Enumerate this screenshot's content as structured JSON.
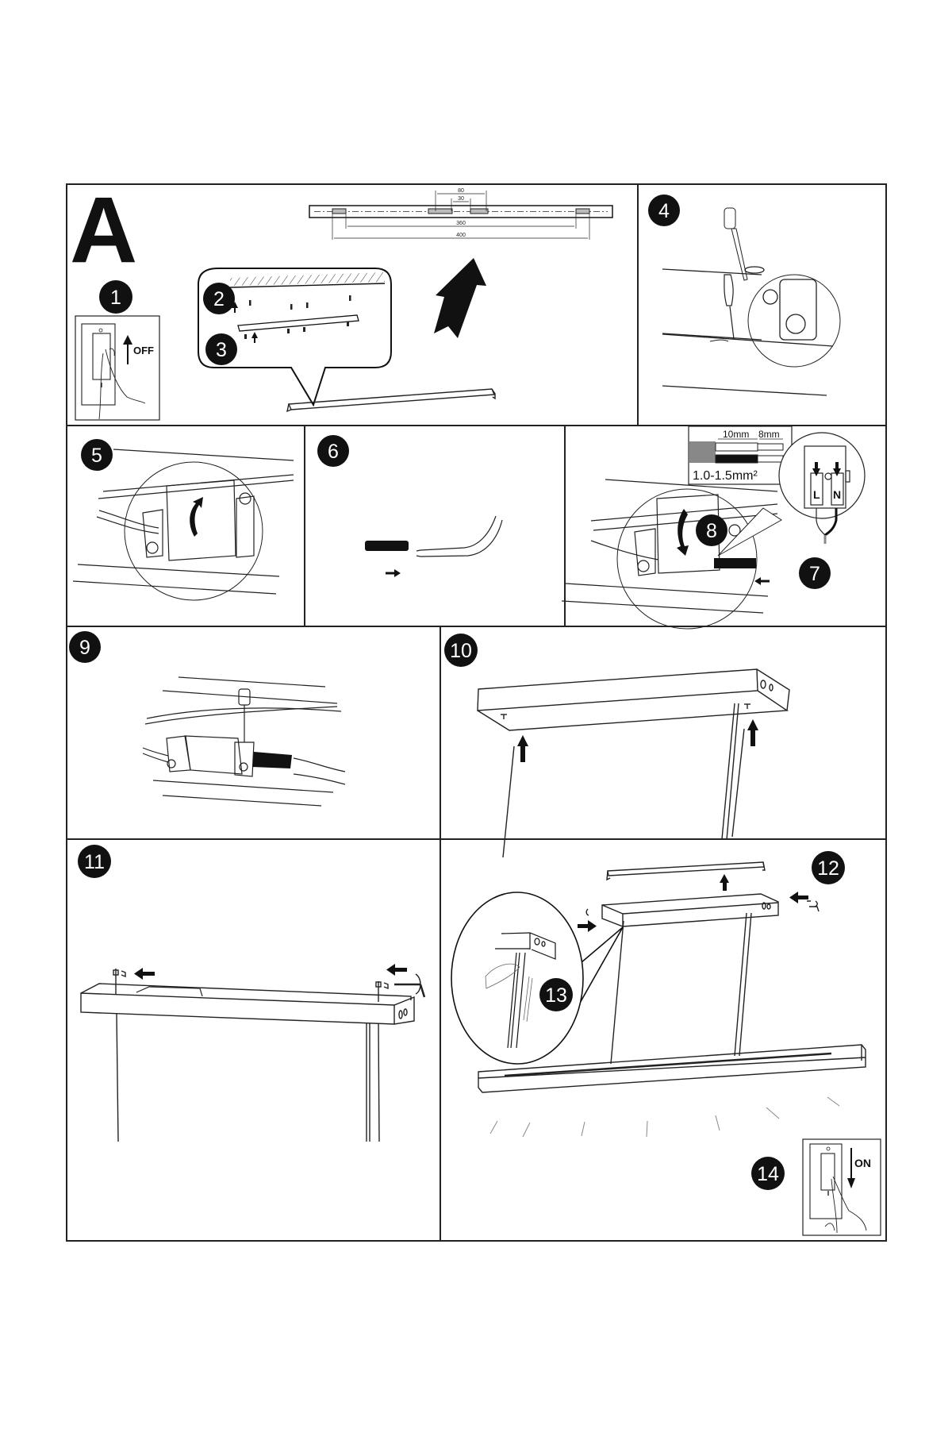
{
  "document": {
    "section_letter": "A",
    "steps": [
      {
        "number": "1",
        "switch_label": "OFF"
      },
      {
        "number": "2"
      },
      {
        "number": "3"
      },
      {
        "number": "4"
      },
      {
        "number": "5"
      },
      {
        "number": "6"
      },
      {
        "number": "7"
      },
      {
        "number": "8"
      },
      {
        "number": "9"
      },
      {
        "number": "10"
      },
      {
        "number": "11"
      },
      {
        "number": "12"
      },
      {
        "number": "13"
      },
      {
        "number": "14",
        "switch_label": "ON"
      }
    ],
    "bracket_dimensions": {
      "outer_slot_spacing": "80",
      "inner_slot_spacing": "30",
      "hole_spacing_inner": "360",
      "hole_spacing_outer": "400"
    },
    "wire_spec": {
      "strip_outer": "10mm",
      "strip_inner": "8mm",
      "cross_section": "1.0-1.5mm²"
    },
    "terminal_labels": {
      "live": "L",
      "neutral": "N"
    }
  }
}
